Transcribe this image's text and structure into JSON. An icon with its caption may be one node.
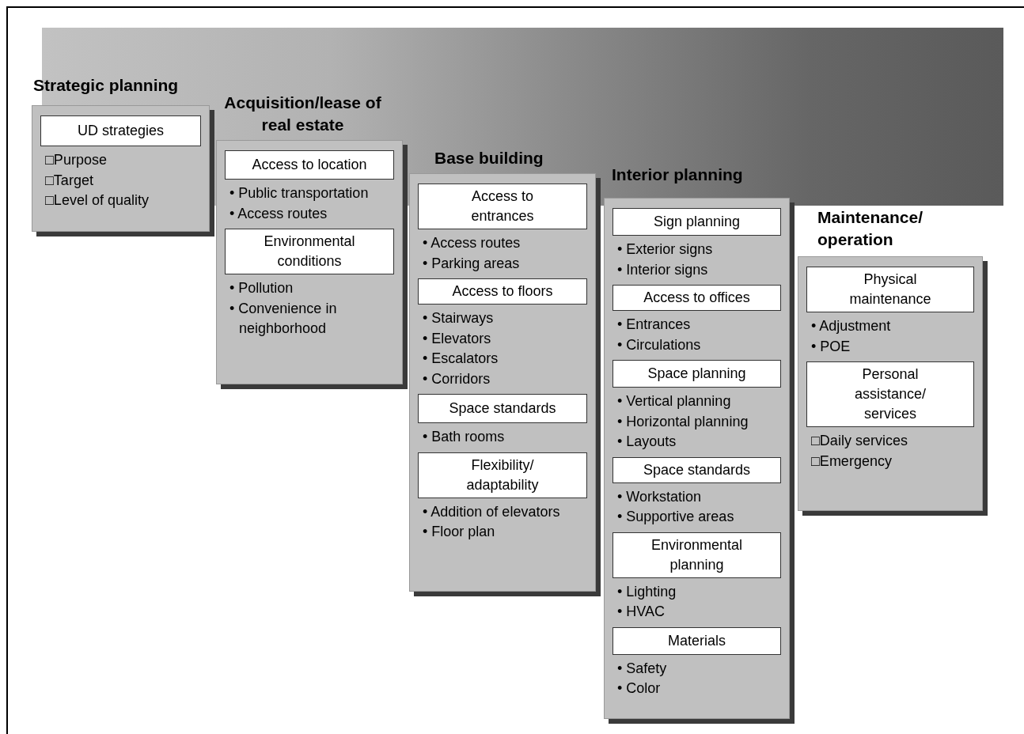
{
  "diagram": {
    "nodes": [
      {
        "text": [
          "Strategic planning"
        ]
      },
      {
        "text": [
          "UD strategies"
        ],
        "in": 0,
        "beside": [
          "□Purpose",
          "□Target",
          "□Level of quality"
        ]
      },
      {
        "text": [
          "Acquisition/lease of real estate"
        ]
      },
      {
        "text": [
          "Access to location"
        ],
        "in": 2,
        "beside": [
          "• Public transportation",
          "• Access routes"
        ]
      },
      {
        "text": [
          "Environmental conditions"
        ],
        "in": 2,
        "beside": [
          "• Pollution",
          "• Convenience in neighborhood"
        ]
      },
      {
        "text": [
          "Base building"
        ]
      },
      {
        "text": [
          "Access to entrances"
        ],
        "in": 5,
        "beside": [
          "• Access routes",
          "• Parking areas"
        ]
      },
      {
        "text": [
          "Access to floors"
        ],
        "in": 5,
        "beside": [
          "• Stairways",
          "• Elevators",
          "• Escalators",
          "• Corridors"
        ]
      },
      {
        "text": [
          "Space standards"
        ],
        "in": 5,
        "beside": [
          "• Bath rooms"
        ]
      },
      {
        "text": [
          "Flexibility/ adaptability"
        ],
        "in": 5,
        "beside": [
          "• Addition of elevators",
          "• Floor plan"
        ]
      },
      {
        "text": [
          "Interior planning"
        ]
      },
      {
        "text": [
          "Sign planning"
        ],
        "in": 10,
        "beside": [
          "• Exterior signs",
          "• Interior signs"
        ]
      },
      {
        "text": [
          "Access to offices"
        ],
        "in": 10,
        "beside": [
          "• Entrances",
          "• Circulations"
        ]
      },
      {
        "text": [
          "Space planning"
        ],
        "in": 10,
        "beside": [
          "• Vertical planning",
          "• Horizontal planning",
          "• Layouts"
        ]
      },
      {
        "text": [
          "Space standards"
        ],
        "in": 10,
        "beside": [
          "• Workstation",
          "• Supportive areas"
        ]
      },
      {
        "text": [
          "Environmental planning"
        ],
        "in": 10,
        "beside": [
          "• Lighting",
          "• HVAC"
        ]
      },
      {
        "text": [
          "Materials"
        ],
        "in": 10,
        "beside": [
          "• Safety",
          "• Color"
        ]
      },
      {
        "text": [
          "Maintenance/ operation"
        ]
      },
      {
        "text": [
          "Physical maintenance"
        ],
        "in": 17,
        "beside": [
          "• Adjustment",
          "• POE"
        ]
      },
      {
        "text": [
          "Personal assistance/ services"
        ],
        "in": 17,
        "beside": [
          "□Daily services",
          "□Emergency"
        ]
      }
    ]
  }
}
